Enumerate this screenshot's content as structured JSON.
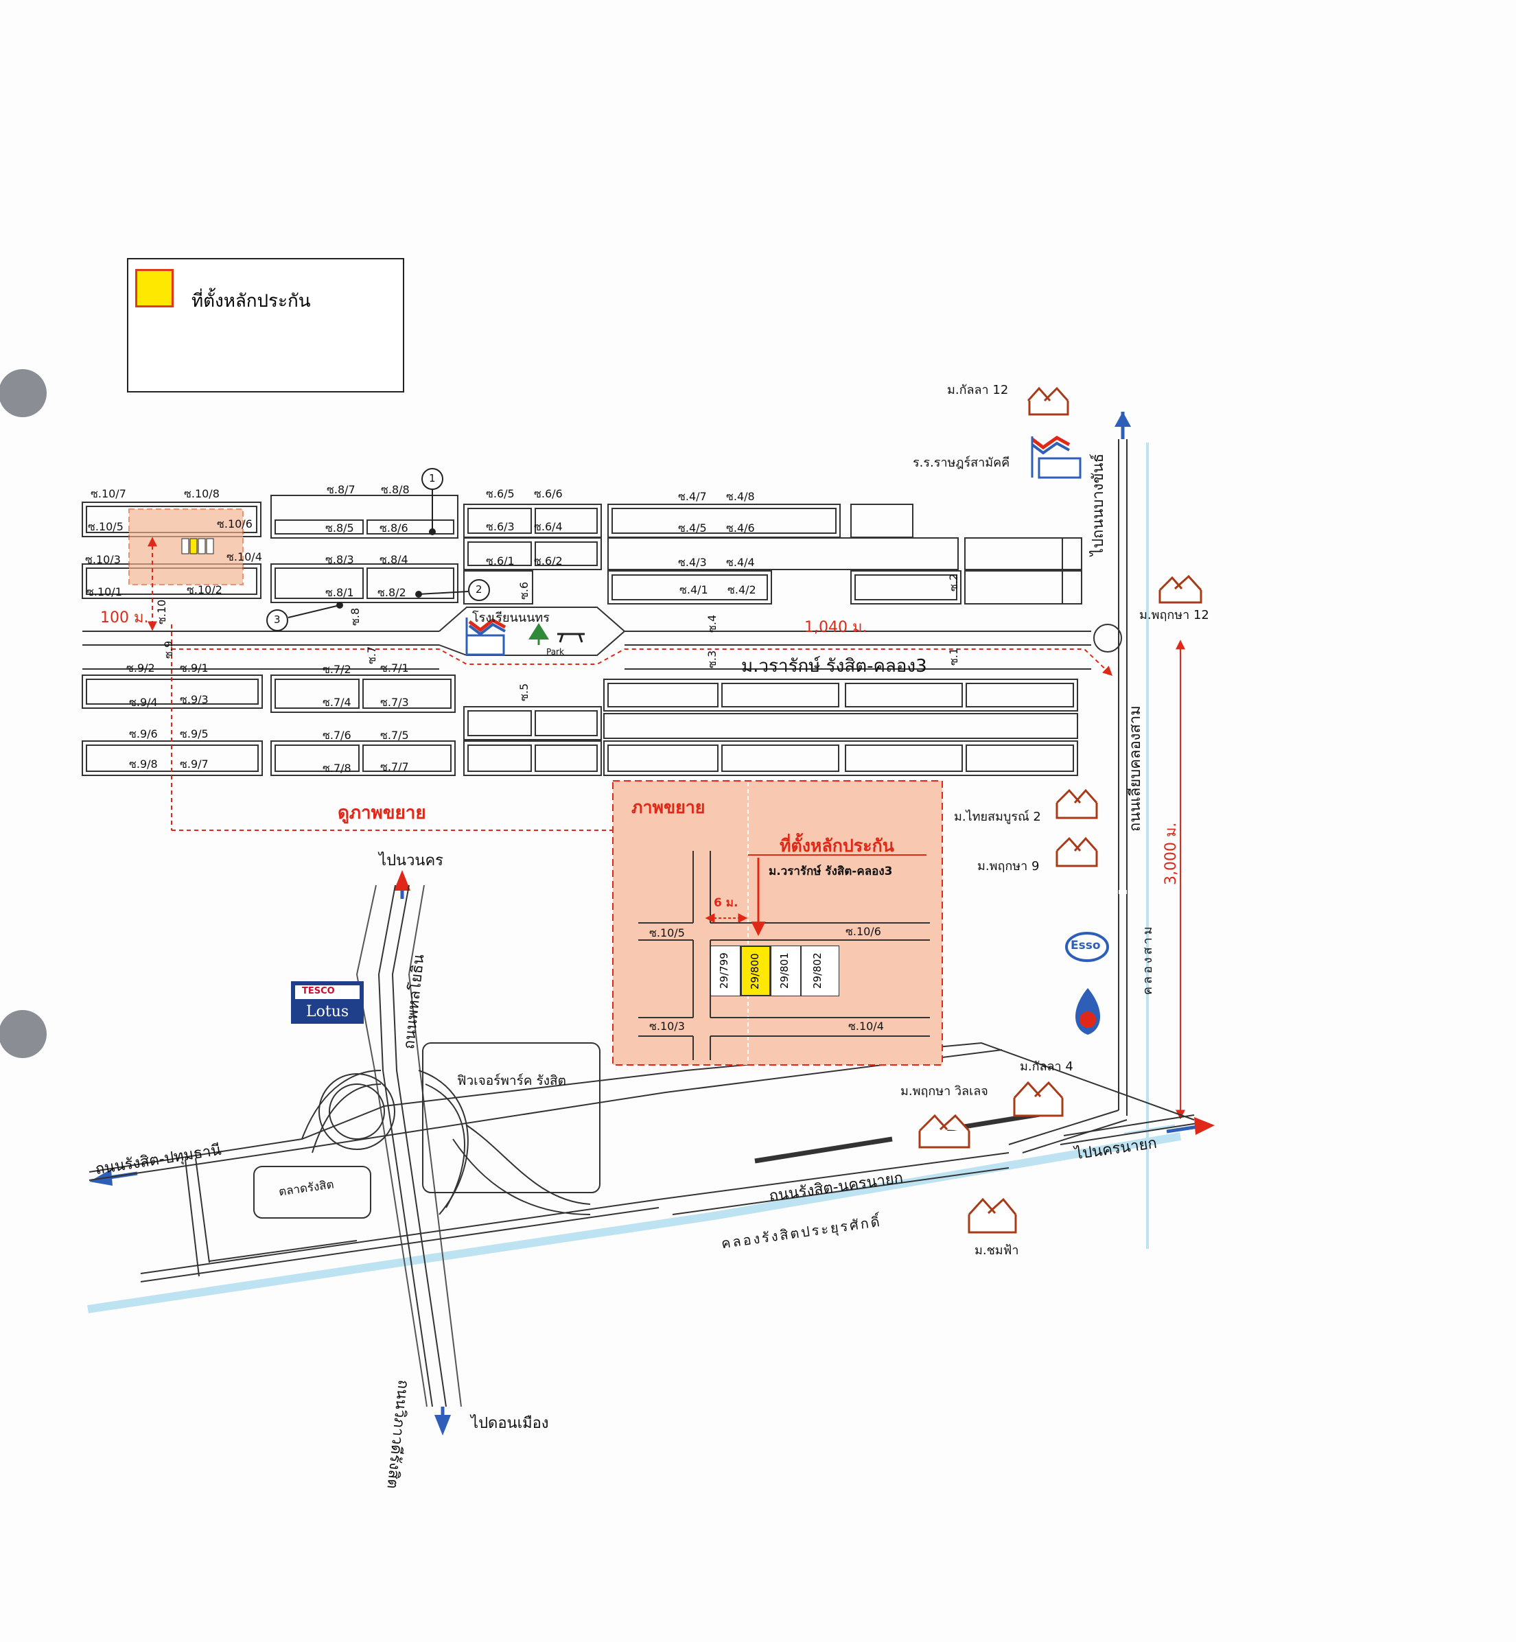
{
  "legend": {
    "label": "ที่ตั้งหลักประกัน",
    "swatch_color": "#ffe800",
    "swatch_border": "#e03a18"
  },
  "sois": {
    "s10_7": "ซ.10/7",
    "s10_8": "ซ.10/8",
    "s10_5": "ซ.10/5",
    "s10_6": "ซ.10/6",
    "s10_3": "ซ.10/3",
    "s10_4": "ซ.10/4",
    "s10_1": "ซ.10/1",
    "s10_2": "ซ.10/2",
    "s8_7": "ซ.8/7",
    "s8_8": "ซ.8/8",
    "s8_5": "ซ.8/5",
    "s8_6": "ซ.8/6",
    "s8_3": "ซ.8/3",
    "s8_4": "ซ.8/4",
    "s8_1": "ซ.8/1",
    "s8_2": "ซ.8/2",
    "s6_5": "ซ.6/5",
    "s6_6": "ซ.6/6",
    "s6_3": "ซ.6/3",
    "s6_4": "ซ.6/4",
    "s6_1": "ซ.6/1",
    "s6_2": "ซ.6/2",
    "s4_7": "ซ.4/7",
    "s4_8": "ซ.4/8",
    "s4_5": "ซ.4/5",
    "s4_6": "ซ.4/6",
    "s4_3": "ซ.4/3",
    "s4_4": "ซ.4/4",
    "s4_1": "ซ.4/1",
    "s4_2": "ซ.4/2",
    "s9_2": "ซ.9/2",
    "s9_1": "ซ.9/1",
    "s9_4": "ซ.9/4",
    "s9_3": "ซ.9/3",
    "s9_6": "ซ.9/6",
    "s9_5": "ซ.9/5",
    "s9_8": "ซ.9/8",
    "s9_7": "ซ.9/7",
    "s7_2": "ซ.7/2",
    "s7_1": "ซ.7/1",
    "s7_4": "ซ.7/4",
    "s7_3": "ซ.7/3",
    "s7_6": "ซ.7/6",
    "s7_5": "ซ.7/5",
    "s7_8": "ซ.7/8",
    "s7_7": "ซ.7/7",
    "s10": "ซ.10",
    "s9": "ซ.9",
    "s8": "ซ.8",
    "s7": "ซ.7",
    "s6": "ซ.6",
    "s5": "ซ.5",
    "s4": "ซ.4",
    "s3": "ซ.3",
    "s2": "ซ.2",
    "s1": "ซ.1"
  },
  "markers": [
    "1",
    "2",
    "3"
  ],
  "distances": {
    "d100": "100 ม.",
    "d1040": "1,040 ม.",
    "d3000": "3,000 ม.",
    "d6": "6 ม."
  },
  "places": {
    "school": "โรงเรียนนนทร",
    "park": "Park",
    "village_main": "ม.วรารักษ์ รังสิต-คลอง3",
    "kallasa12": "ม.กัลลา 12",
    "school2": "ร.ร.ราษฎร์สามัคคี",
    "phruksa12": "ม.พฤกษา 12",
    "thaisombun2": "ม.ไทยสมบูรณ์ 2",
    "phruksa9": "ม.พฤกษา 9",
    "kallasa4": "ม.กัลลา 4",
    "phruksa_village": "ม.พฤกษา วิลเลจ",
    "chomfa": "ม.ชมฟ้า",
    "futurepark": "ฟิวเจอร์พาร์ค รังสิต",
    "market": "ตลาดรังสิต",
    "esso": "Esso",
    "tesco_top": "TESCO",
    "tesco_bottom": "Lotus"
  },
  "roads": {
    "to_bangkhan": "ไปถนนบางขันธ์",
    "liap_khlong3": "ถนนเลียบคลองสาม",
    "khlong3": "คลองสาม",
    "to_nakhon_nayok": "ไปนครนายก",
    "rangsit_nakhon_nayok": "ถนนรังสิต-นครนายก",
    "rangsit_canal": "คลองรังสิตประยุรศักดิ์",
    "rangsit_pathum": "ถนนรังสิต-ปทุมธานี",
    "to_nakhon": "ไปนวนคร",
    "phahon": "ถนนพหลโยธิน",
    "vibhavadi": "ถนนวิภาวดีรังสิต",
    "to_donmuang": "ไปดอนเมือง"
  },
  "expand_link": "ดูภาพขยาย",
  "inset": {
    "title": "ภาพขยาย",
    "target_label": "ที่ตั้งหลักประกัน",
    "village": "ม.วรารักษ์ รังสิต-คลอง3",
    "soi_top_left": "ซ.10/5",
    "soi_top_right": "ซ.10/6",
    "soi_bottom_left": "ซ.10/3",
    "soi_bottom_right": "ซ.10/4",
    "lots": [
      "29/799",
      "29/800",
      "29/801",
      "29/802"
    ],
    "highlight_lot": "29/800"
  },
  "colors": {
    "accent_red": "#e02818",
    "inset_fill": "#f8c8b0",
    "water": "#bde3f2",
    "road_blue": "#2d5fb8"
  }
}
